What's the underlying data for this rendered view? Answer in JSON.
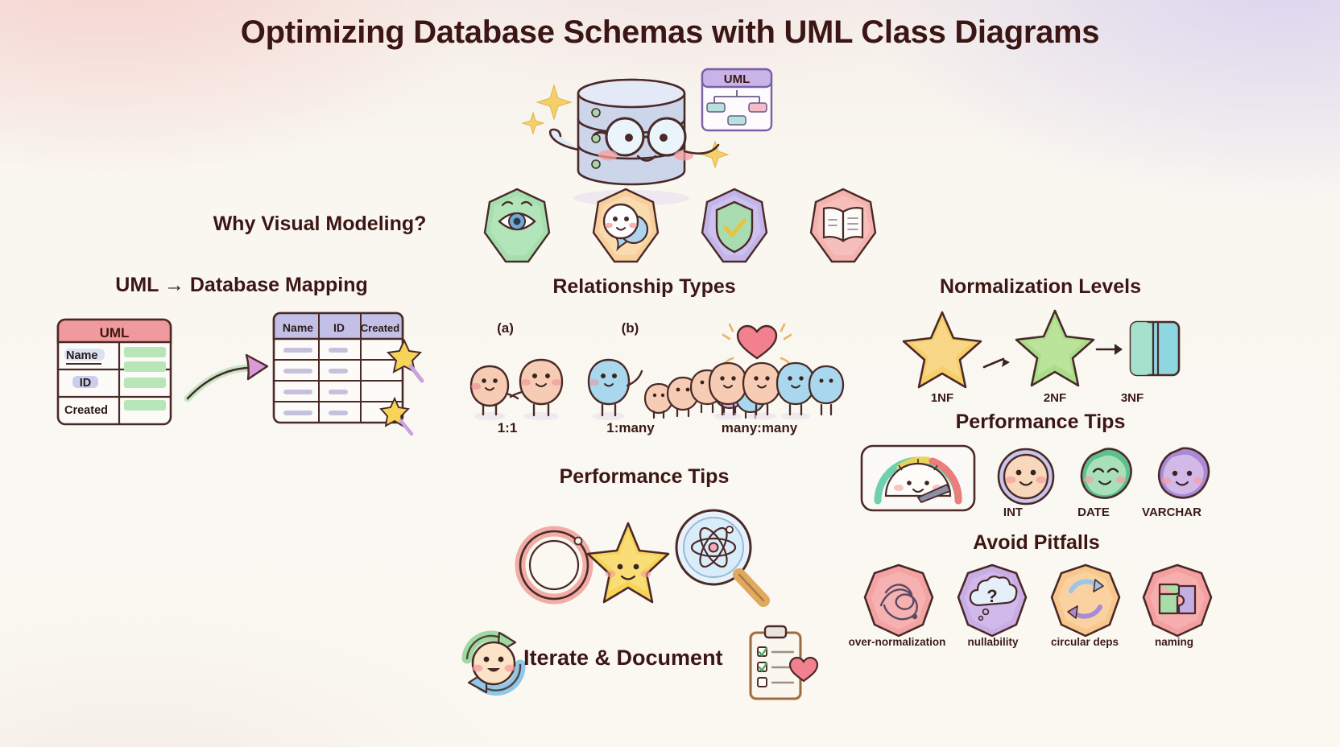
{
  "title": "Optimizing Database Schemas with UML Class Diagrams",
  "colors": {
    "ink": "#3c1614",
    "outline": "#4a2a28",
    "paper": "#fbf8f2",
    "wash_pink": "#f6d0cd",
    "wash_lavender": "#d8d3f0",
    "uml_header": "#f09a9d",
    "table_header": "#c3c0e8",
    "green_cell": "#b8e6b8",
    "arrow_pink": "#d99ad6",
    "star_1nf": "#f7cf6a",
    "star_2nf": "#a9dd8a",
    "box_3nf": "#8ed6e0",
    "body_peach": "#f6cdb4",
    "body_blue": "#a9d8ee",
    "body_purple": "#d3b9e8",
    "heart": "#f2808f"
  },
  "mascot": {
    "name": "database-cylinder-mascot",
    "card_label": "UML",
    "sparkles": 4
  },
  "sections": {
    "why_visual": {
      "heading": "Why Visual Modeling?",
      "badges": [
        {
          "icon": "eye-icon",
          "color": "#a6dfae",
          "ring": "#78c48a"
        },
        {
          "icon": "speech-bubbles-icon",
          "color": "#f8cf9c",
          "ring": "#e0a96a"
        },
        {
          "icon": "shield-check-icon",
          "color": "#c3b4ea",
          "ring": "#9b87d6"
        },
        {
          "icon": "open-book-icon",
          "color": "#f4b3ae",
          "ring": "#e08a85"
        }
      ]
    },
    "uml_mapping": {
      "heading": "UML → Database Mapping",
      "uml_box": {
        "header": "UML",
        "rows": [
          "Name",
          "ID",
          "Created"
        ]
      },
      "db_table": {
        "columns": [
          "Name",
          "ID",
          "Created"
        ],
        "row_count": 4
      },
      "arrow": "curved-arrow-icon",
      "sparkles": [
        "magic-wand-sparkle-icon",
        "magic-wand-sparkle-icon"
      ]
    },
    "relationships": {
      "heading": "Relationship Types",
      "markers": [
        "(a)",
        "(b)"
      ],
      "items": [
        {
          "label": "1:1",
          "icon": "two-figures-holding-hands-icon"
        },
        {
          "label": "1:many",
          "icon": "one-figure-to-group-icon"
        },
        {
          "label": "many:many",
          "icon": "groups-with-heart-icon"
        }
      ]
    },
    "normalization": {
      "heading": "Normalization Levels",
      "steps": [
        {
          "label": "1NF",
          "icon": "yellow-star-icon"
        },
        {
          "label": "2NF",
          "icon": "green-star-icon"
        },
        {
          "label": "3NF",
          "icon": "split-table-icon"
        }
      ],
      "arrows": [
        "arrow-right-icon",
        "arrow-right-icon"
      ]
    },
    "perf_center": {
      "heading": "Performance Tips",
      "icons": [
        "pink-ring-icon",
        "yellow-star-face-icon",
        "magnifier-atom-icon"
      ]
    },
    "perf_right": {
      "heading": "Performance Tips",
      "gauge": {
        "icon": "speedometer-gauge-icon"
      },
      "types": [
        {
          "label": "INT",
          "color": "#f8d8bb",
          "ring": "#b9b6e2"
        },
        {
          "label": "DATE",
          "color": "#a8e0bc",
          "ring": "#5fbf8d"
        },
        {
          "label": "VARCHAR",
          "color": "#d3b9e8",
          "ring": "#a98ad6"
        }
      ]
    },
    "pitfalls": {
      "heading": "Avoid Pitfalls",
      "items": [
        {
          "label": "over-normalization",
          "icon": "tangled-threads-icon",
          "color": "#f3a3a3",
          "ring": "#e07d7d"
        },
        {
          "label": "nullability",
          "icon": "question-cloud-icon",
          "color": "#c9aee6",
          "ring": "#a386d4"
        },
        {
          "label": "circular deps",
          "icon": "circular-arrows-icon",
          "color": "#f8c78e",
          "ring": "#e3a055"
        },
        {
          "label": "naming",
          "icon": "puzzle-piece-icon",
          "color": "#f4a0a0",
          "ring": "#df7c7c"
        }
      ]
    },
    "iterate": {
      "heading": "Iterate & Document",
      "left_icon": "recycle-mascot-icon",
      "right_icon": "clipboard-checklist-icon",
      "heart_icon": "heart-icon"
    }
  }
}
